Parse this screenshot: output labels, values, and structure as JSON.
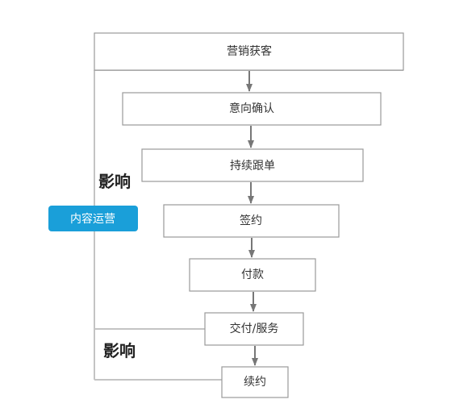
{
  "steps": [
    {
      "id": "marketing",
      "label": "营销获客"
    },
    {
      "id": "intent",
      "label": "意向确认"
    },
    {
      "id": "followup",
      "label": "持续跟单"
    },
    {
      "id": "sign",
      "label": "签约"
    },
    {
      "id": "payment",
      "label": "付款"
    },
    {
      "id": "delivery",
      "label": "交付/服务"
    },
    {
      "id": "renewal",
      "label": "续约"
    }
  ],
  "influence_labels": [
    "影响",
    "影响"
  ],
  "content_ops": {
    "label": "内容运营",
    "color": "#1a9fd9"
  },
  "colors": {
    "node_border": "#9a9a9a",
    "arrow": "#777777",
    "connector": "#c4c4c4"
  }
}
